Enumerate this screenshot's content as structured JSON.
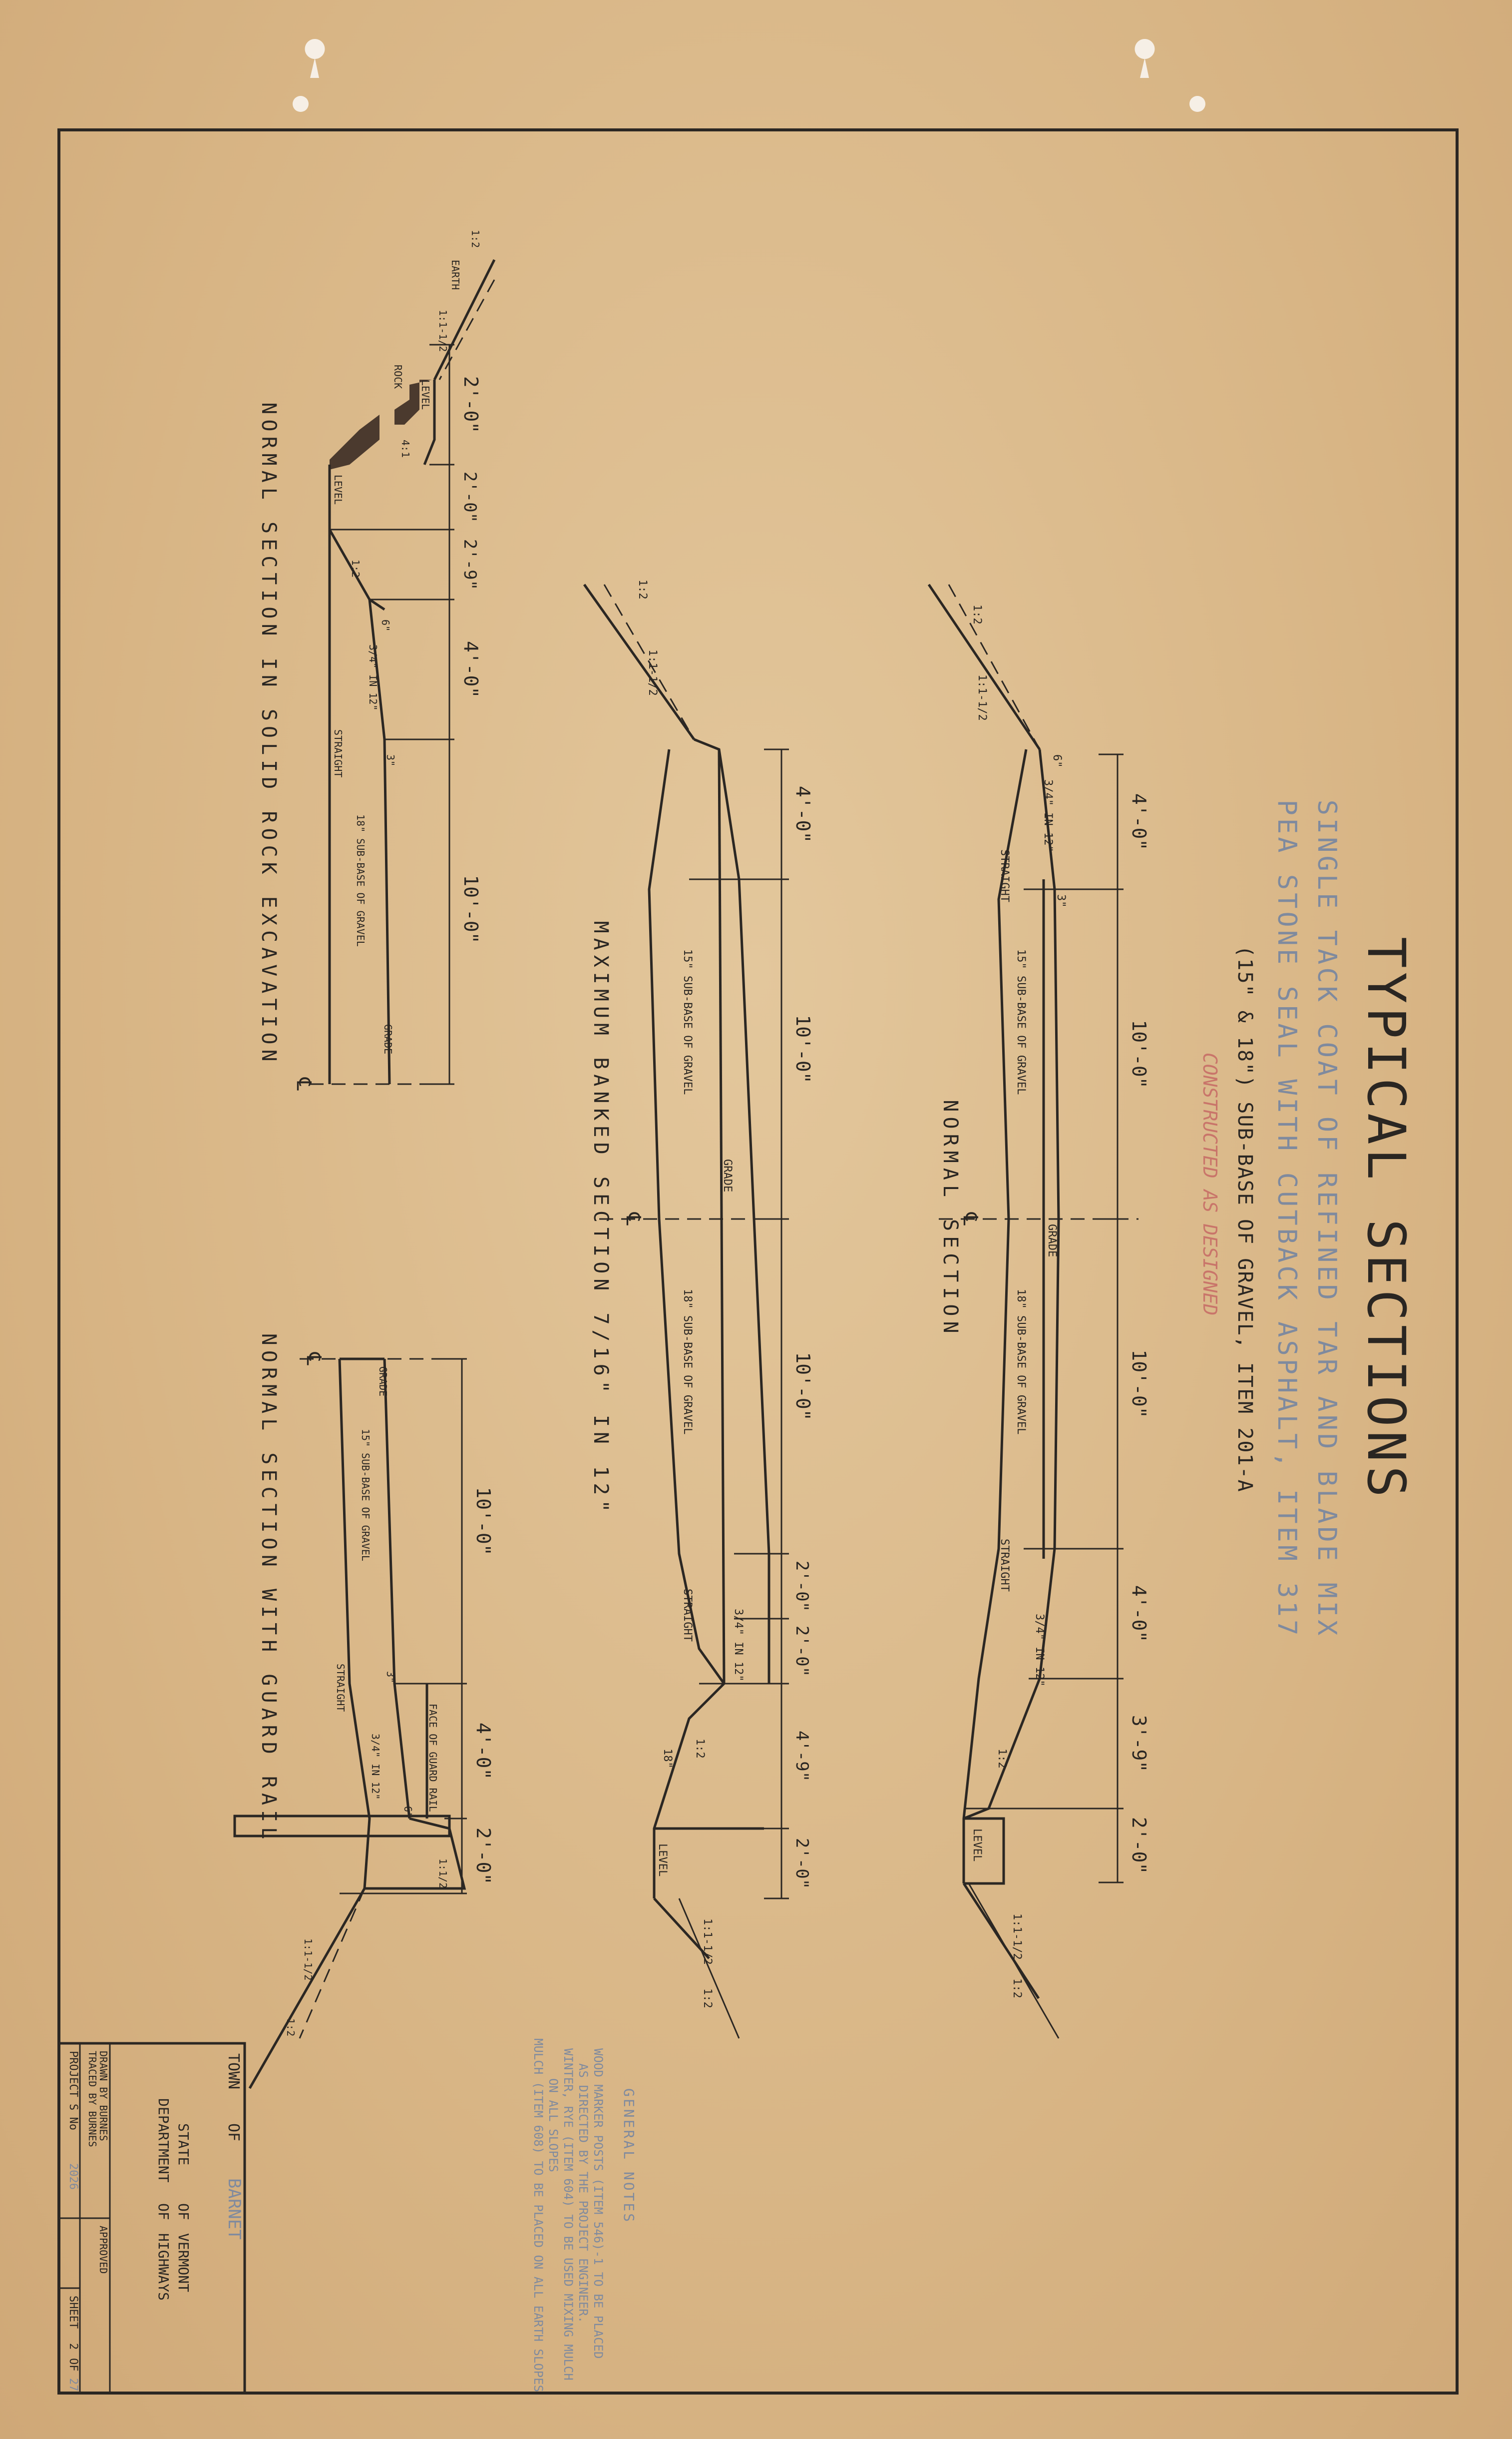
{
  "title": {
    "main": "TYPICAL SECTIONS",
    "line1": "SINGLE TACK COAT OF REFINED TAR AND BLADE MIX",
    "line2": "PEA STONE SEAL WITH CUTBACK ASPHALT, ITEM 317",
    "line3": "(15\" & 18\") SUB-BASE OF GRAVEL, ITEM 201-A",
    "stamp": "CONSTRUCTED AS DESIGNED"
  },
  "sections": {
    "normal": {
      "title": "NORMAL SECTION",
      "centerline": "℄",
      "dims": [
        "4'-0\"",
        "10'-0\"",
        "10'-0\"",
        "4'-0\"",
        "3'-9\"",
        "2'-0\""
      ],
      "labels": {
        "slope_left": "1:2",
        "slope_left2": "1:1-1/2",
        "rate_left": "3/4\" IN 12\"",
        "straight_left": "STRAIGHT",
        "subbase_left": "15\" SUB-BASE OF GRAVEL",
        "grade": "GRADE",
        "subbase_right": "18\" SUB-BASE OF GRAVEL",
        "straight_right": "STRAIGHT",
        "rate_right": "3/4\" IN 12\"",
        "slope_right": "1:2",
        "level": "LEVEL",
        "slope_right2": "1:1-1/2",
        "slope_right3": "1:2",
        "inch6": "6\"",
        "inch3": "3\""
      }
    },
    "banked": {
      "title": "MAXIMUM BANKED SECTION 7/16\" IN 12\"",
      "centerline": "℄",
      "dims": [
        "4'-0\"",
        "10'-0\"",
        "10'-0\"",
        "2'-0\"",
        "2'-0\"",
        "4'-9\"",
        "2'-0\""
      ],
      "labels": {
        "slope_left": "1:2",
        "slope_left2": "1:1-1/2",
        "subbase_left": "15\" SUB-BASE OF GRAVEL",
        "grade": "GRADE",
        "subbase_right": "18\" SUB-BASE OF GRAVEL",
        "straight": "STRAIGHT",
        "rate": "3/4\" IN 12\"",
        "slope_right": "1:2",
        "inch18": "18\"",
        "level": "LEVEL",
        "slope_right2": "1:1-1/2",
        "slope_right3": "1:2"
      }
    },
    "rock": {
      "title": "NORMAL SECTION IN SOLID ROCK EXCAVATION",
      "centerline": "℄",
      "dims": [
        "2'-0\"",
        "2'-0\"",
        "2'-9\"",
        "4'-0\"",
        "10'-0\""
      ],
      "labels": {
        "earth": "EARTH",
        "slope1": "1:2",
        "slope2": "1:1-1/2",
        "rock": "ROCK",
        "level": "LEVEL",
        "quarter": "4:1",
        "level2": "LEVEL",
        "slope3": "1:2",
        "inch6": "6\"",
        "rate": "3/4\" IN 12\"",
        "inch3": "3\"",
        "straight": "STRAIGHT",
        "subbase": "18\" SUB-BASE OF GRAVEL",
        "grade": "GRADE"
      }
    },
    "guard": {
      "title": "NORMAL SECTION WITH GUARD RAIL",
      "centerline": "℄",
      "dims": [
        "10'-0\"",
        "4'-0\"",
        "2'-0\""
      ],
      "labels": {
        "grade": "GRADE",
        "subbase": "15\" SUB-BASE OF GRAVEL",
        "straight": "STRAIGHT",
        "inch3": "3\"",
        "face": "FACE OF GUARD RAIL",
        "rate": "3/4\" IN 12\"",
        "inch6": "6\"",
        "slope1": "1:1/2",
        "slope2": "1:1-1/2",
        "slope3": "1:2"
      }
    }
  },
  "notes": {
    "heading": "GENERAL NOTES",
    "lines": [
      "WOOD MARKER POSTS (ITEM 546)-1 TO BE PLACED",
      "AS DIRECTED BY THE PROJECT ENGINEER.",
      "WINTER, RYE (ITEM 604) TO BE USED MIXING MULCH",
      "ON ALL SLOPES",
      "MULCH (ITEM 608) TO BE PLACED ON ALL EARTH SLOPES"
    ]
  },
  "title_block": {
    "town_label": "TOWN",
    "of": "OF",
    "town": "BARNET",
    "state": "STATE",
    "of2": "OF",
    "vermont": "VERMONT",
    "department": "DEPARTMENT",
    "of3": "OF",
    "highways": "HIGHWAYS",
    "drawn_by": "DRAWN BY BURNES",
    "traced_by": "TRACED BY BURNES",
    "approved": "APPROVED",
    "project": "PROJECT S No",
    "project_no": "2026",
    "sheet": "SHEET",
    "sheet_no": "2",
    "of4": "OF",
    "sheet_total": "27"
  }
}
